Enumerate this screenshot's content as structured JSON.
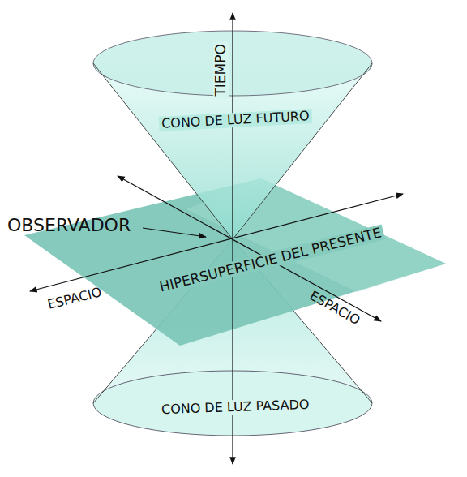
{
  "diagram": {
    "labels": [
      "TIEMPO",
      "CONO DE LUZ FUTURO",
      "OBSERVADOR",
      "HIPERSUPERFICIE DEL PRESENTE",
      "ESPACIO",
      "ESPACIO",
      "CONO DE LUZ PASADO"
    ]
  }
}
